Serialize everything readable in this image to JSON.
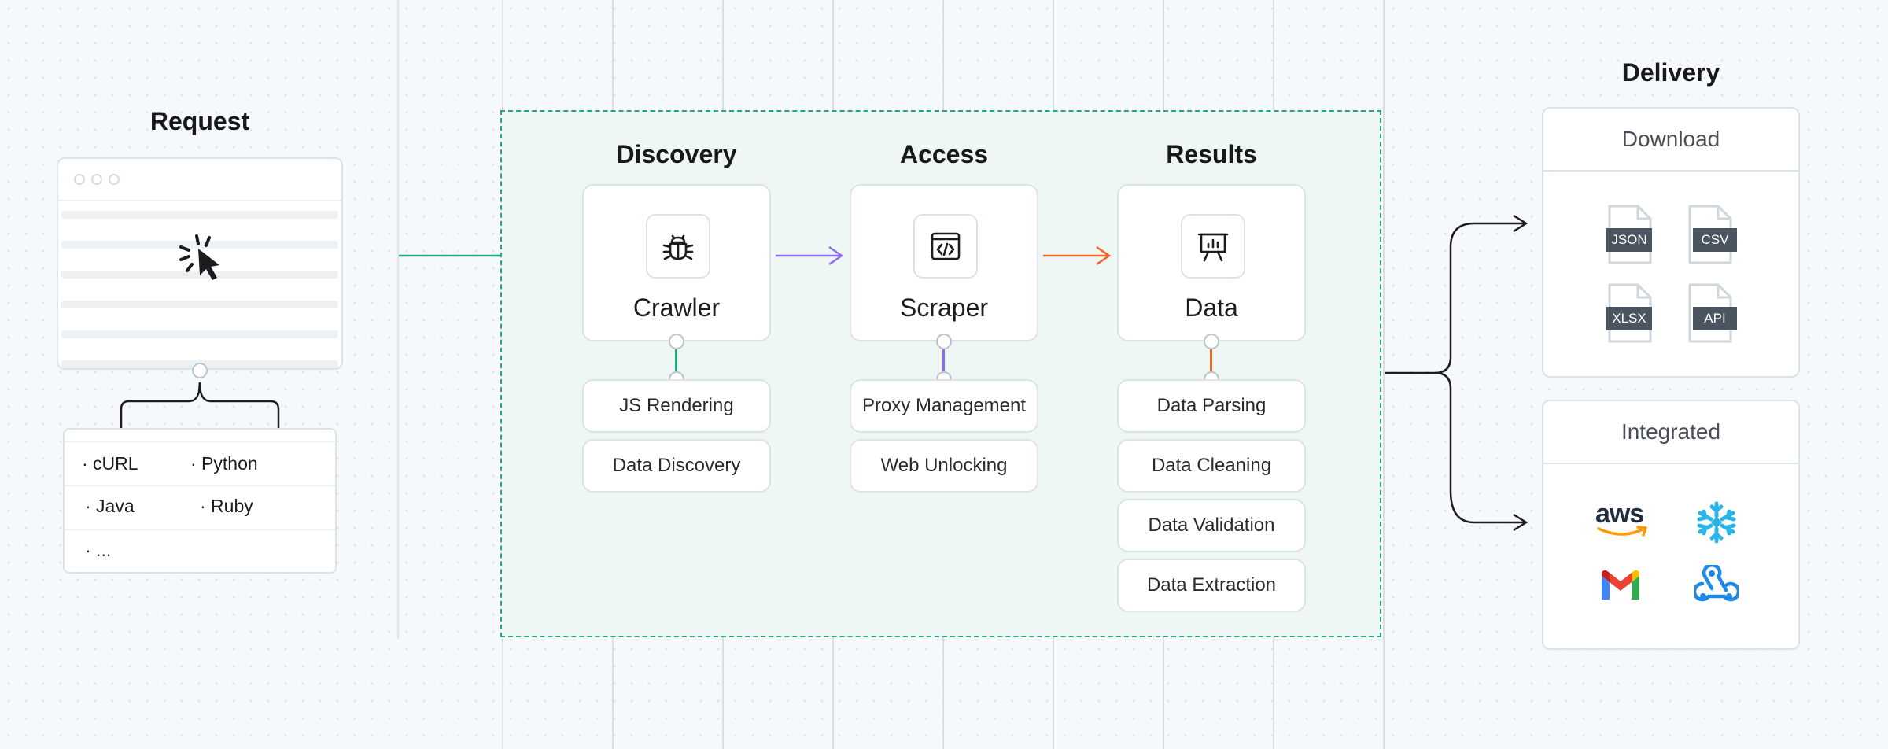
{
  "request": {
    "title": "Request",
    "languages": [
      "· cURL",
      "· Python",
      "· Java",
      "· Ruby",
      "· ..."
    ]
  },
  "stages": [
    {
      "title": "Discovery",
      "card_label": "Crawler",
      "icon": "bug-icon",
      "accent": "#25a57f",
      "features": [
        "JS Rendering",
        "Data Discovery"
      ]
    },
    {
      "title": "Access",
      "card_label": "Scraper",
      "icon": "code-window-icon",
      "accent": "#8b6cf0",
      "features": [
        "Proxy Management",
        "Web Unlocking"
      ]
    },
    {
      "title": "Results",
      "card_label": "Data",
      "icon": "presentation-chart-icon",
      "accent": "#f0632b",
      "features": [
        "Data Parsing",
        "Data Cleaning",
        "Data Validation",
        "Data Extraction"
      ]
    }
  ],
  "delivery": {
    "title": "Delivery",
    "download": {
      "title": "Download",
      "formats": [
        "JSON",
        "CSV",
        "XLSX",
        "API"
      ]
    },
    "integrated": {
      "title": "Integrated",
      "integrations": [
        "aws",
        "snowflake-icon",
        "gmail-icon",
        "webhook-icon"
      ]
    }
  },
  "colors": {
    "green": "#25a57f",
    "purple": "#8b6cf0",
    "orange": "#f0632b",
    "dark": "#1c1c1e"
  }
}
